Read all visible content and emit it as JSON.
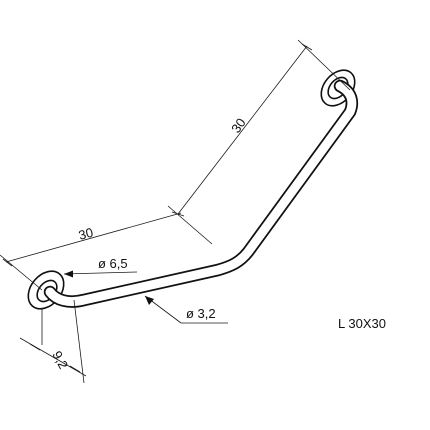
{
  "diagram": {
    "dimensions": {
      "segment_left_length": "30",
      "segment_right_length": "30",
      "flange_diameter": "ø 6,5",
      "tube_diameter": "ø 3,2",
      "flange_offset": "9,2"
    },
    "product_code": "L 30X30"
  }
}
